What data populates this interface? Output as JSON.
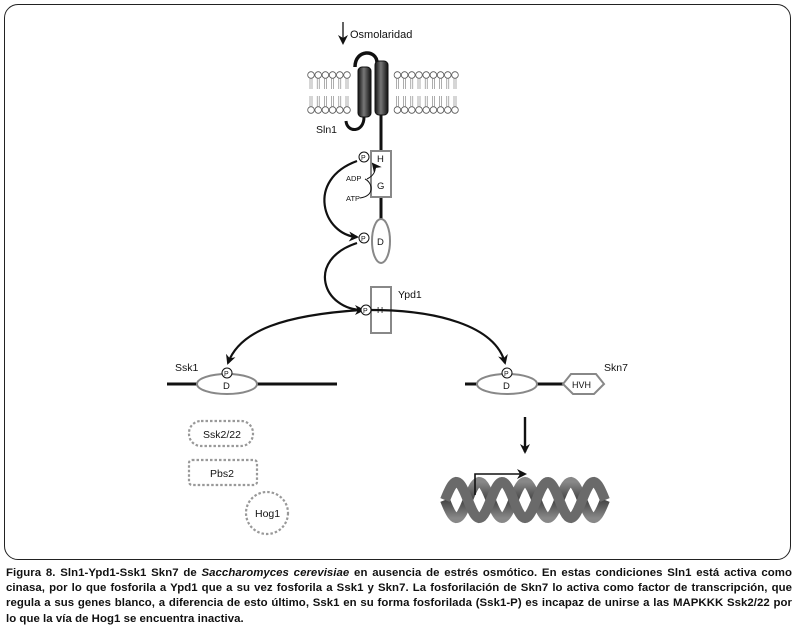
{
  "diagram": {
    "stimulus_label": "Osmolaridad",
    "sln1_label": "Sln1",
    "ypd1_label": "Ypd1",
    "ssk1_label": "Ssk1",
    "skn7_label": "Skn7",
    "h_domain": "H",
    "g_domain": "G",
    "d_domain": "D",
    "phospho": "P",
    "adp": "ADP",
    "atp": "ATP",
    "hvh": "HVH",
    "ssk2_label": "Ssk2/22",
    "pbs2_label": "Pbs2",
    "hog1_label": "Hog1"
  },
  "caption": {
    "part1": "Figura 8. Sln1-Ypd1-Ssk1 Skn7 de ",
    "species": "Saccharomyces cerevisiae",
    "part2": " en ausencia de estrés osmótico. En estas condiciones Sln1 está activa como cinasa, por lo que fosforila a Ypd1 que a su vez fosforila a Ssk1 y Skn7. La fosforilación de Skn7 lo activa como factor de transcripción, que regula a sus genes blanco, a diferencia de esto último, Ssk1 en su forma fosforilada (Ssk1-P) es incapaz de unirse a las MAPKKK Ssk2/22 por lo que la vía de Hog1 se encuentra inactiva."
  },
  "colors": {
    "line": "#111111",
    "domain_outline": "#888888",
    "membrane_head": "#ffffff",
    "helix_dark": "#2a2a2a",
    "dna": "#555555"
  }
}
